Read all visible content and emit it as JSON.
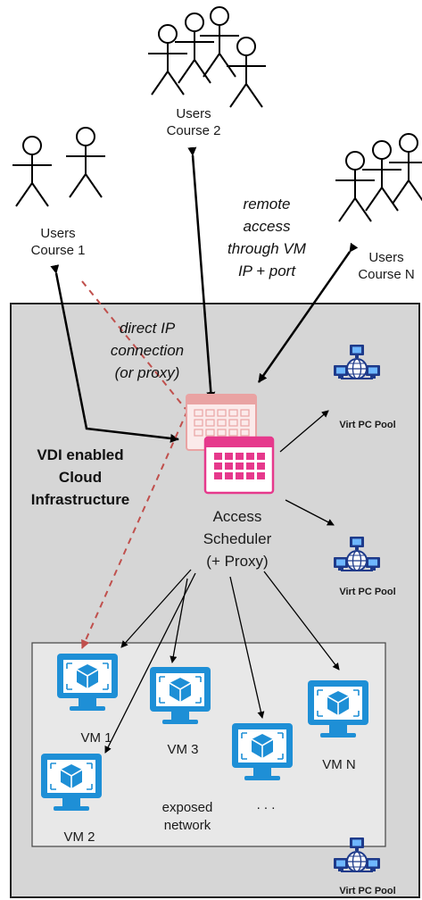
{
  "users": {
    "course2": {
      "line1": "Users",
      "line2": "Course 2"
    },
    "course1": {
      "line1": "Users",
      "line2": "Course 1"
    },
    "courseN": {
      "line1": "Users",
      "line2": "Course N"
    }
  },
  "remote_access": {
    "line1": "remote",
    "line2": "access",
    "line3": "through VM",
    "line4": "IP + port"
  },
  "direct_ip": {
    "line1": "direct IP",
    "line2": "connection",
    "line3": "(or proxy)"
  },
  "vdi": {
    "line1": "VDI enabled",
    "line2": "Cloud",
    "line3": "Infrastructure"
  },
  "scheduler": {
    "line1": "Access",
    "line2": "Scheduler",
    "line3": "(+ Proxy)"
  },
  "pools": [
    "Virt PC Pool",
    "Virt PC Pool",
    "Virt PC Pool"
  ],
  "vms": {
    "vm1": "VM 1",
    "vm2": "VM 2",
    "vm3": "VM 3",
    "vmN": "VM N"
  },
  "ellipsis": ". . .",
  "network": {
    "line1": "exposed",
    "line2": "network"
  },
  "colors": {
    "infra_bg": "#d6d6d6",
    "vm_blue": "#1e8fd6",
    "pool_navy": "#1e3a8a",
    "scheduler_pink": "#e6398c",
    "scheduler_shadow": "#e9a3a3",
    "dashed_arrow": "#c0504d"
  }
}
